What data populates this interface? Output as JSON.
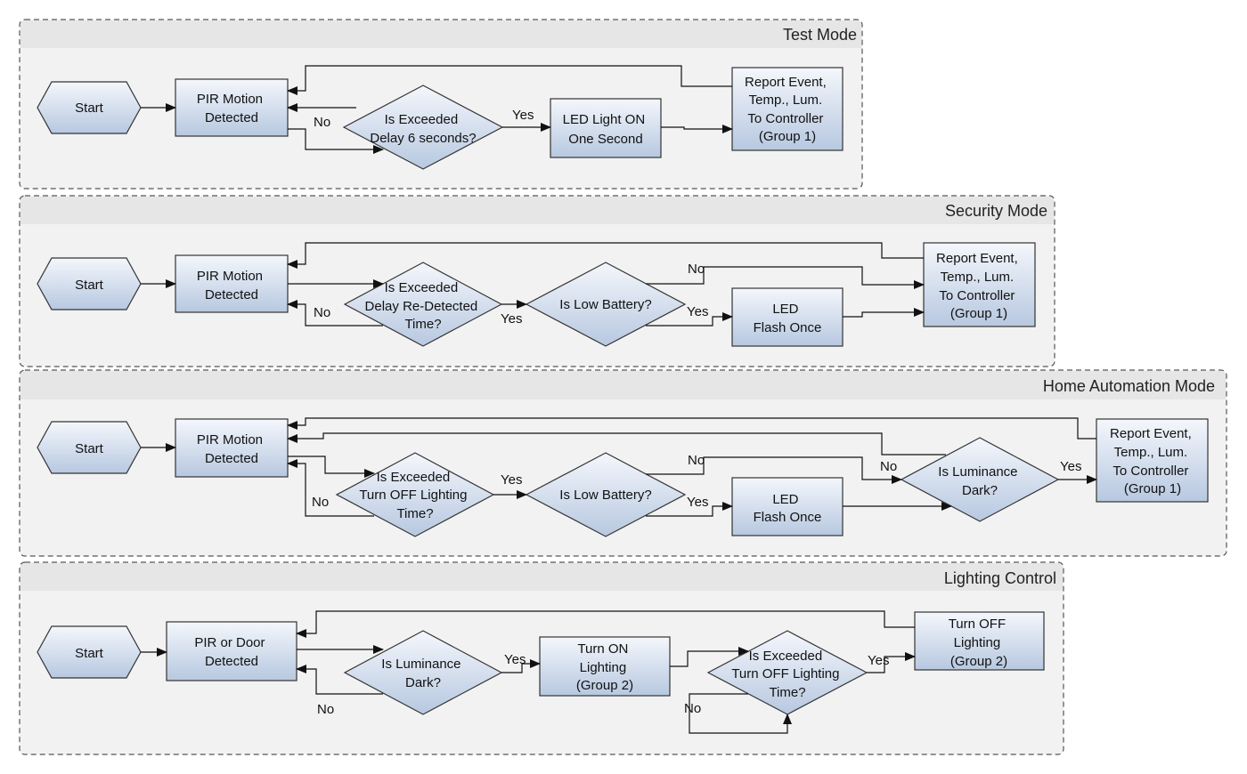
{
  "colors": {
    "node_top": "#f4f7fc",
    "node_bottom": "#b7c8e0",
    "panel_bg": "#f2f2f2",
    "band": "#e6e6e6"
  },
  "panels": {
    "test": {
      "title": "Test Mode",
      "start": "Start",
      "pir": [
        "PIR Motion",
        "Detected"
      ],
      "decision": [
        "Is Exceeded",
        "Delay 6 seconds?"
      ],
      "led": [
        "LED Light ON",
        "One Second"
      ],
      "report": [
        "Report Event,",
        "Temp., Lum.",
        "To Controller",
        "(Group 1)"
      ],
      "yes": "Yes",
      "no": "No"
    },
    "security": {
      "title": "Security Mode",
      "start": "Start",
      "pir": [
        "PIR Motion",
        "Detected"
      ],
      "decision": [
        "Is Exceeded",
        "Delay Re-Detected",
        "Time?"
      ],
      "battery": "Is Low Battery?",
      "led": [
        "LED",
        "Flash Once"
      ],
      "report": [
        "Report Event,",
        "Temp., Lum.",
        "To Controller",
        "(Group 1)"
      ],
      "yes1": "Yes",
      "yes2": "Yes",
      "no1": "No",
      "no2": "No"
    },
    "home": {
      "title": "Home Automation Mode",
      "start": "Start",
      "pir": [
        "PIR Motion",
        "Detected"
      ],
      "decision": [
        "Is Exceeded",
        "Turn OFF Lighting",
        "Time?"
      ],
      "battery": "Is Low Battery?",
      "led": [
        "LED",
        "Flash Once"
      ],
      "lum": [
        "Is Luminance",
        "Dark?"
      ],
      "report": [
        "Report Event,",
        "Temp., Lum.",
        "To Controller",
        "(Group 1)"
      ],
      "yes1": "Yes",
      "yes2": "Yes",
      "yes3": "Yes",
      "no1": "No",
      "no2": "No",
      "no3": "No"
    },
    "lighting": {
      "title": "Lighting Control",
      "start": "Start",
      "pir": [
        "PIR or Door",
        "Detected"
      ],
      "lum": [
        "Is Luminance",
        "Dark?"
      ],
      "on": [
        "Turn ON",
        "Lighting",
        "(Group 2)"
      ],
      "decision": [
        "Is Exceeded",
        "Turn OFF Lighting",
        "Time?"
      ],
      "off": [
        "Turn OFF",
        "Lighting",
        "(Group 2)"
      ],
      "yes1": "Yes",
      "yes2": "Yes",
      "no1": "No",
      "no2": "No"
    }
  }
}
